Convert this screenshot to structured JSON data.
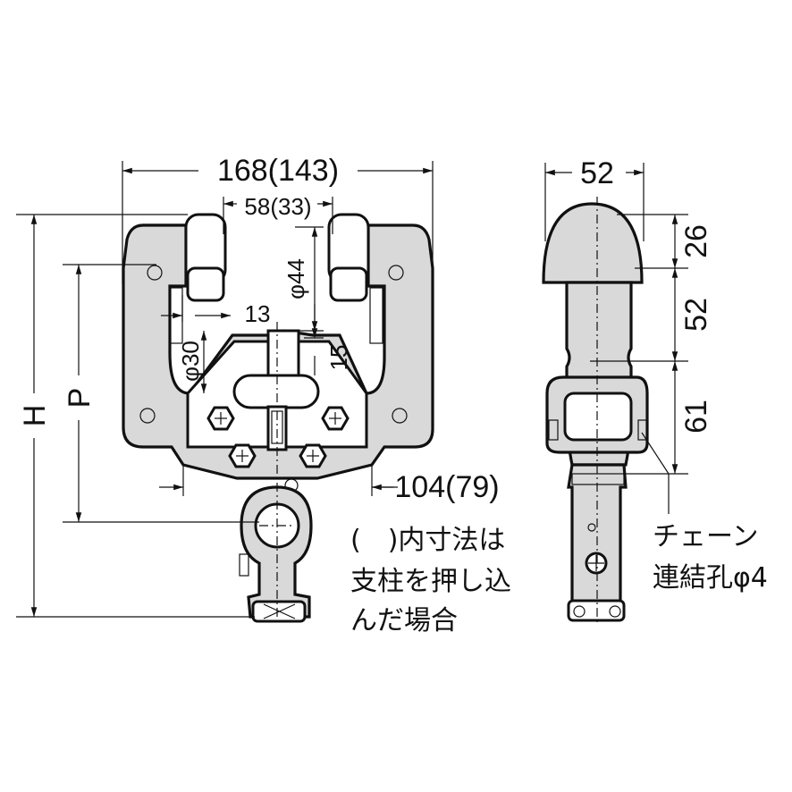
{
  "dimensions": {
    "overall_width": "168(143)",
    "inner_width": "58(33)",
    "hole_diameter": "φ44",
    "offset_13": "13",
    "hole_diameter_30": "φ30",
    "offset_15": "15",
    "base_width": "104(79)",
    "height_H": "H",
    "pitch_P": "P",
    "side_width": "52",
    "side_26": "26",
    "side_52": "52",
    "side_61": "61"
  },
  "notes": {
    "parentheses_line1": "(　)内寸法は",
    "parentheses_line2": "支柱を押し込",
    "parentheses_line3": "んだ場合",
    "chain_line1": "チェーン",
    "chain_line2": "連結孔φ4"
  },
  "colors": {
    "body_fill": "#d9d9d9",
    "line": "#111111"
  }
}
